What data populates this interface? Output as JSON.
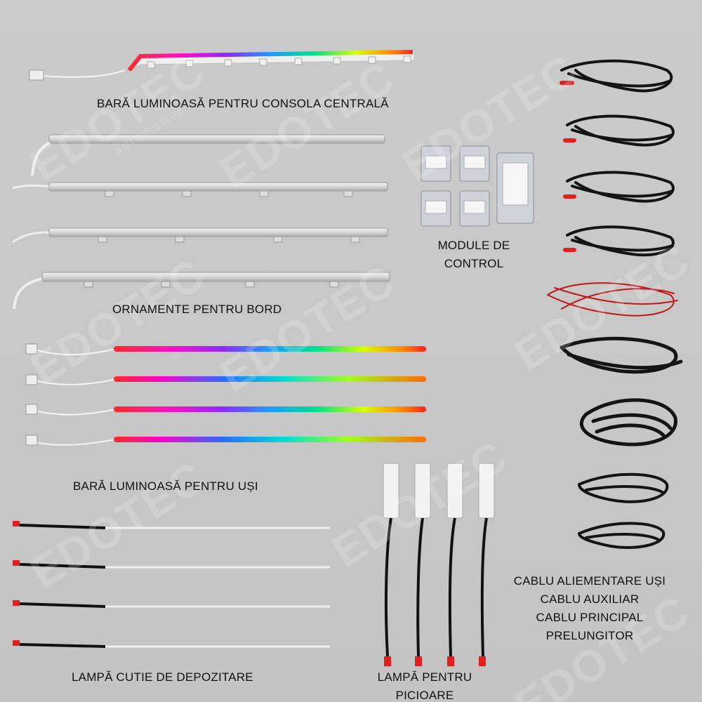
{
  "labels": {
    "console_bar": "BARĂ LUMINOASĂ PENTRU CONSOLA CENTRALĂ",
    "control_modules_line1": "MODULE DE",
    "control_modules_line2": "CONTROL",
    "dashboard_trims": "ORNAMENTE PENTRU BORD",
    "door_bars": "BARĂ LUMINOASĂ PENTRU UȘI",
    "storage_lamp": "LAMPĂ CUTIE DE DEPOZITARE",
    "foot_lamp_line1": "LAMPĂ PENTRU",
    "foot_lamp_line2": "PICIOARE",
    "cables_line1": "CABLU ALIEMENTARE UȘI",
    "cables_line2": "CABLU AUXILIAR",
    "cables_line3": "CABLU PRINCIPAL",
    "cables_line4": "PRELUNGITOR"
  },
  "watermark": {
    "brand": "EDOTEC",
    "tagline": "automotive",
    "accent_color": "#d42a2a"
  },
  "colors": {
    "background": "#c8c8c8",
    "rgb_gradient": [
      "#ff2a2a",
      "#ff00c8",
      "#7a2bff",
      "#1e90ff",
      "#00e08a",
      "#d8ff00",
      "#ff7a00",
      "#ff2020"
    ]
  }
}
